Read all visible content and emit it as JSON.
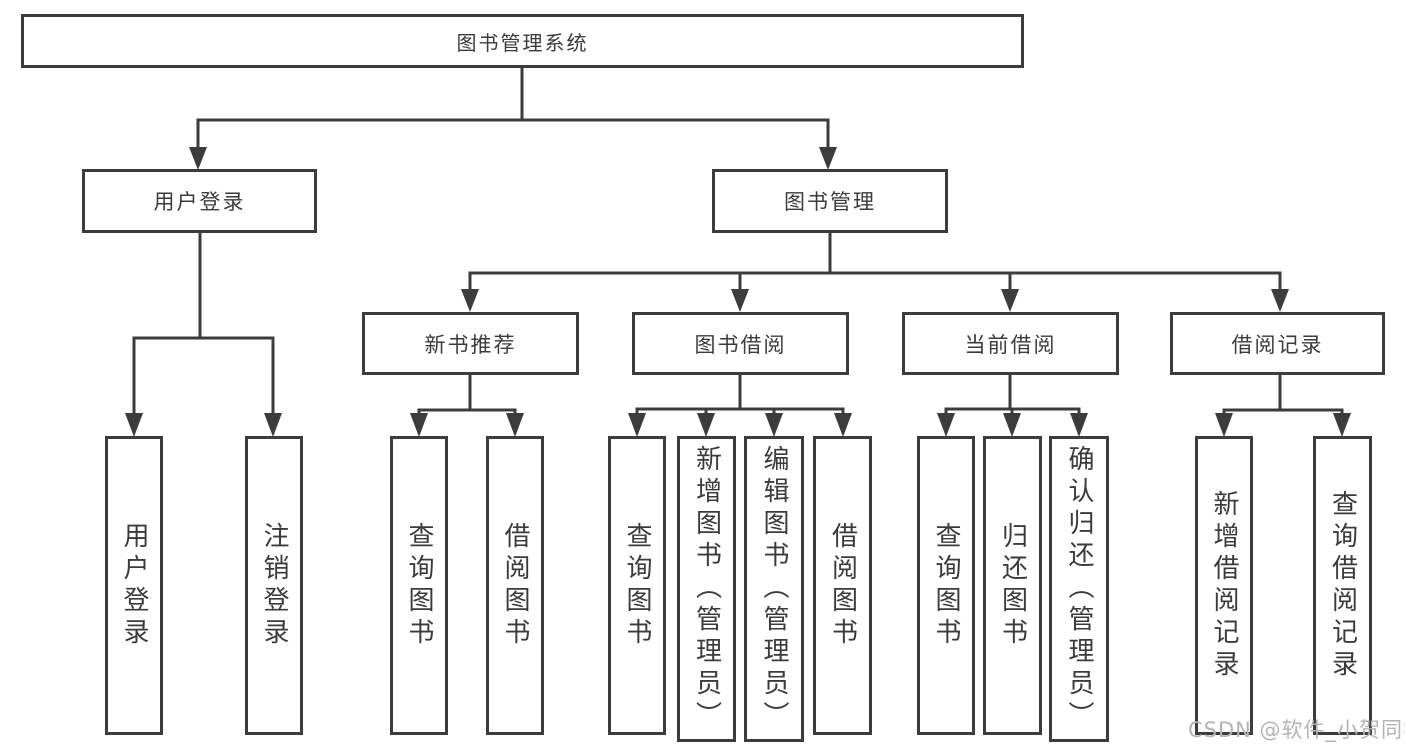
{
  "tree": {
    "root": {
      "label": "图书管理系统"
    },
    "branches": [
      {
        "label": "用户登录",
        "children": [
          {
            "label": "用户登录"
          },
          {
            "label": "注销登录"
          }
        ]
      },
      {
        "label": "图书管理",
        "children": [
          {
            "label": "新书推荐",
            "children": [
              {
                "label": "查询图书"
              },
              {
                "label": "借阅图书"
              }
            ]
          },
          {
            "label": "图书借阅",
            "children": [
              {
                "label": "查询图书"
              },
              {
                "label": "新增图书（管理员）"
              },
              {
                "label": "编辑图书（管理员）"
              },
              {
                "label": "借阅图书"
              }
            ]
          },
          {
            "label": "当前借阅",
            "children": [
              {
                "label": "查询图书"
              },
              {
                "label": "归还图书"
              },
              {
                "label": "确认归还（管理员）"
              }
            ]
          },
          {
            "label": "借阅记录",
            "children": [
              {
                "label": "新增借阅记录"
              },
              {
                "label": "查询借阅记录"
              }
            ]
          }
        ]
      }
    ]
  },
  "watermark": {
    "text": "CSDN @软件_小贺同学"
  },
  "colors": {
    "line": "#3c3c3c",
    "text": "#3b3b3b",
    "watermark": "#b4b4b4",
    "background": "#ffffff"
  }
}
